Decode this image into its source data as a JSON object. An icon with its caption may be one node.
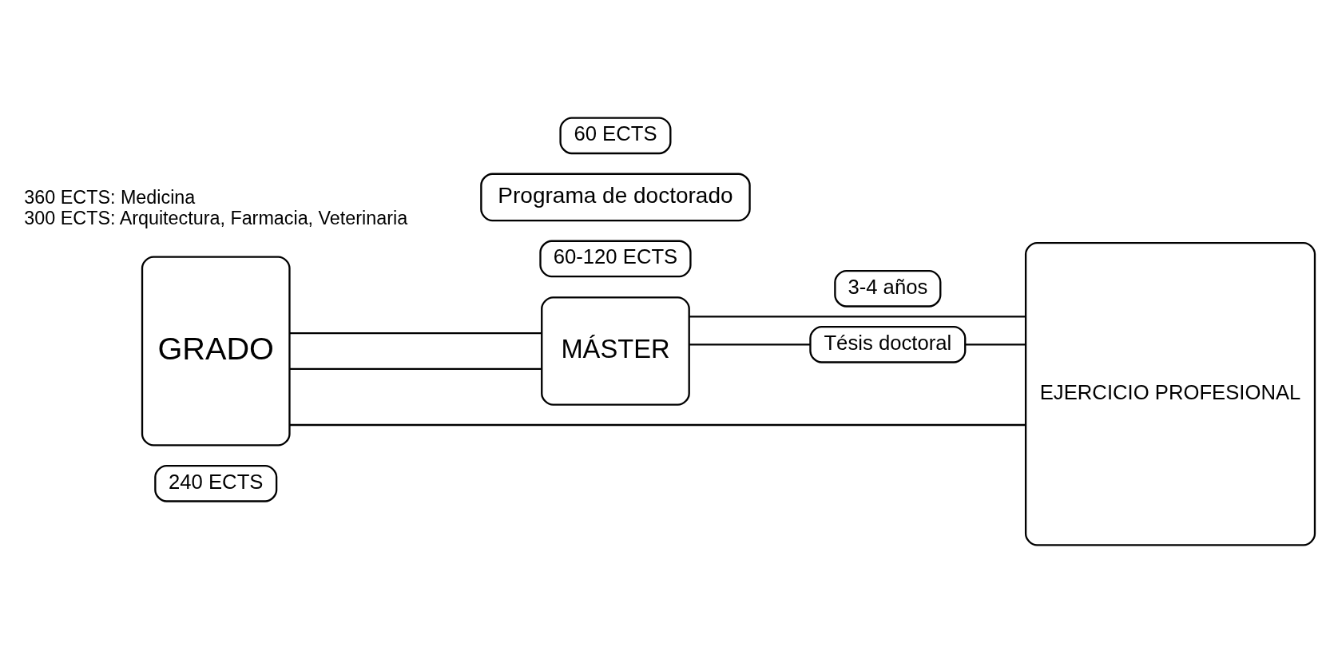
{
  "diagram": {
    "nodes": [
      {
        "text": [
          "240 ECTS"
        ]
      },
      {
        "text": [
          "GRADO"
        ]
      },
      {
        "text": [
          "60-120 ECTS"
        ]
      },
      {
        "text": [
          "MÁSTER"
        ]
      },
      {
        "text": [
          "Tésis doctoral"
        ]
      },
      {
        "text": [
          "Programa de doctorado"
        ]
      },
      {
        "text": [
          "60 ECTS"
        ]
      },
      {
        "text": [
          "3-4 años"
        ]
      },
      {
        "text": [
          "EJERCICIO PROFESIONAL"
        ]
      }
    ],
    "edges": [
      {
        "from": 1,
        "to": 8,
        "arrow": "none"
      },
      {
        "from": 1,
        "to": 3,
        "arrow": "none"
      },
      {
        "from": 1,
        "to": 3,
        "arrow": "none"
      },
      {
        "from": 3,
        "to": 8,
        "arrow": "none"
      },
      {
        "from": 3,
        "to": 4,
        "arrow": "none"
      },
      {
        "from": 4,
        "to": 8,
        "arrow": "none"
      }
    ],
    "labels": [
      "360 ECTS: Medicina",
      "300 ECTS: Arquitectura, Farmacia, Veterinaria"
    ]
  }
}
